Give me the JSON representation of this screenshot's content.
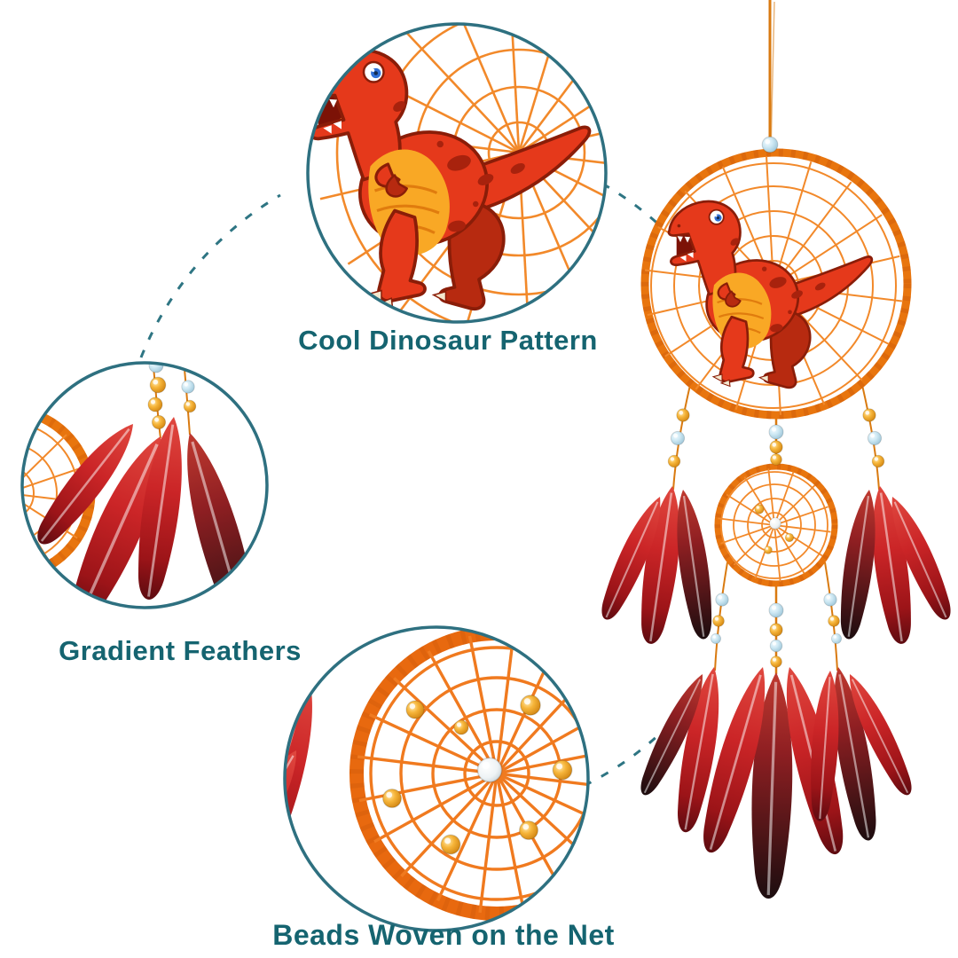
{
  "labels": {
    "dinosaur": "Cool Dinosaur Pattern",
    "feathers": "Gradient Feathers",
    "beads": "Beads Woven on the Net"
  },
  "colors": {
    "label_text": "#156470",
    "callout_border": "#2e7080",
    "connector_dots": "#2e7583",
    "hoop_orange": "#e8750e",
    "web_orange": "#f2892a",
    "feather_red": "#c42127",
    "feather_dark": "#2a1012",
    "bead_amber": "#f0a32a",
    "bead_blue": "#cfe9f4",
    "dino_body": "#e5391b",
    "dino_belly": "#f9a825"
  }
}
